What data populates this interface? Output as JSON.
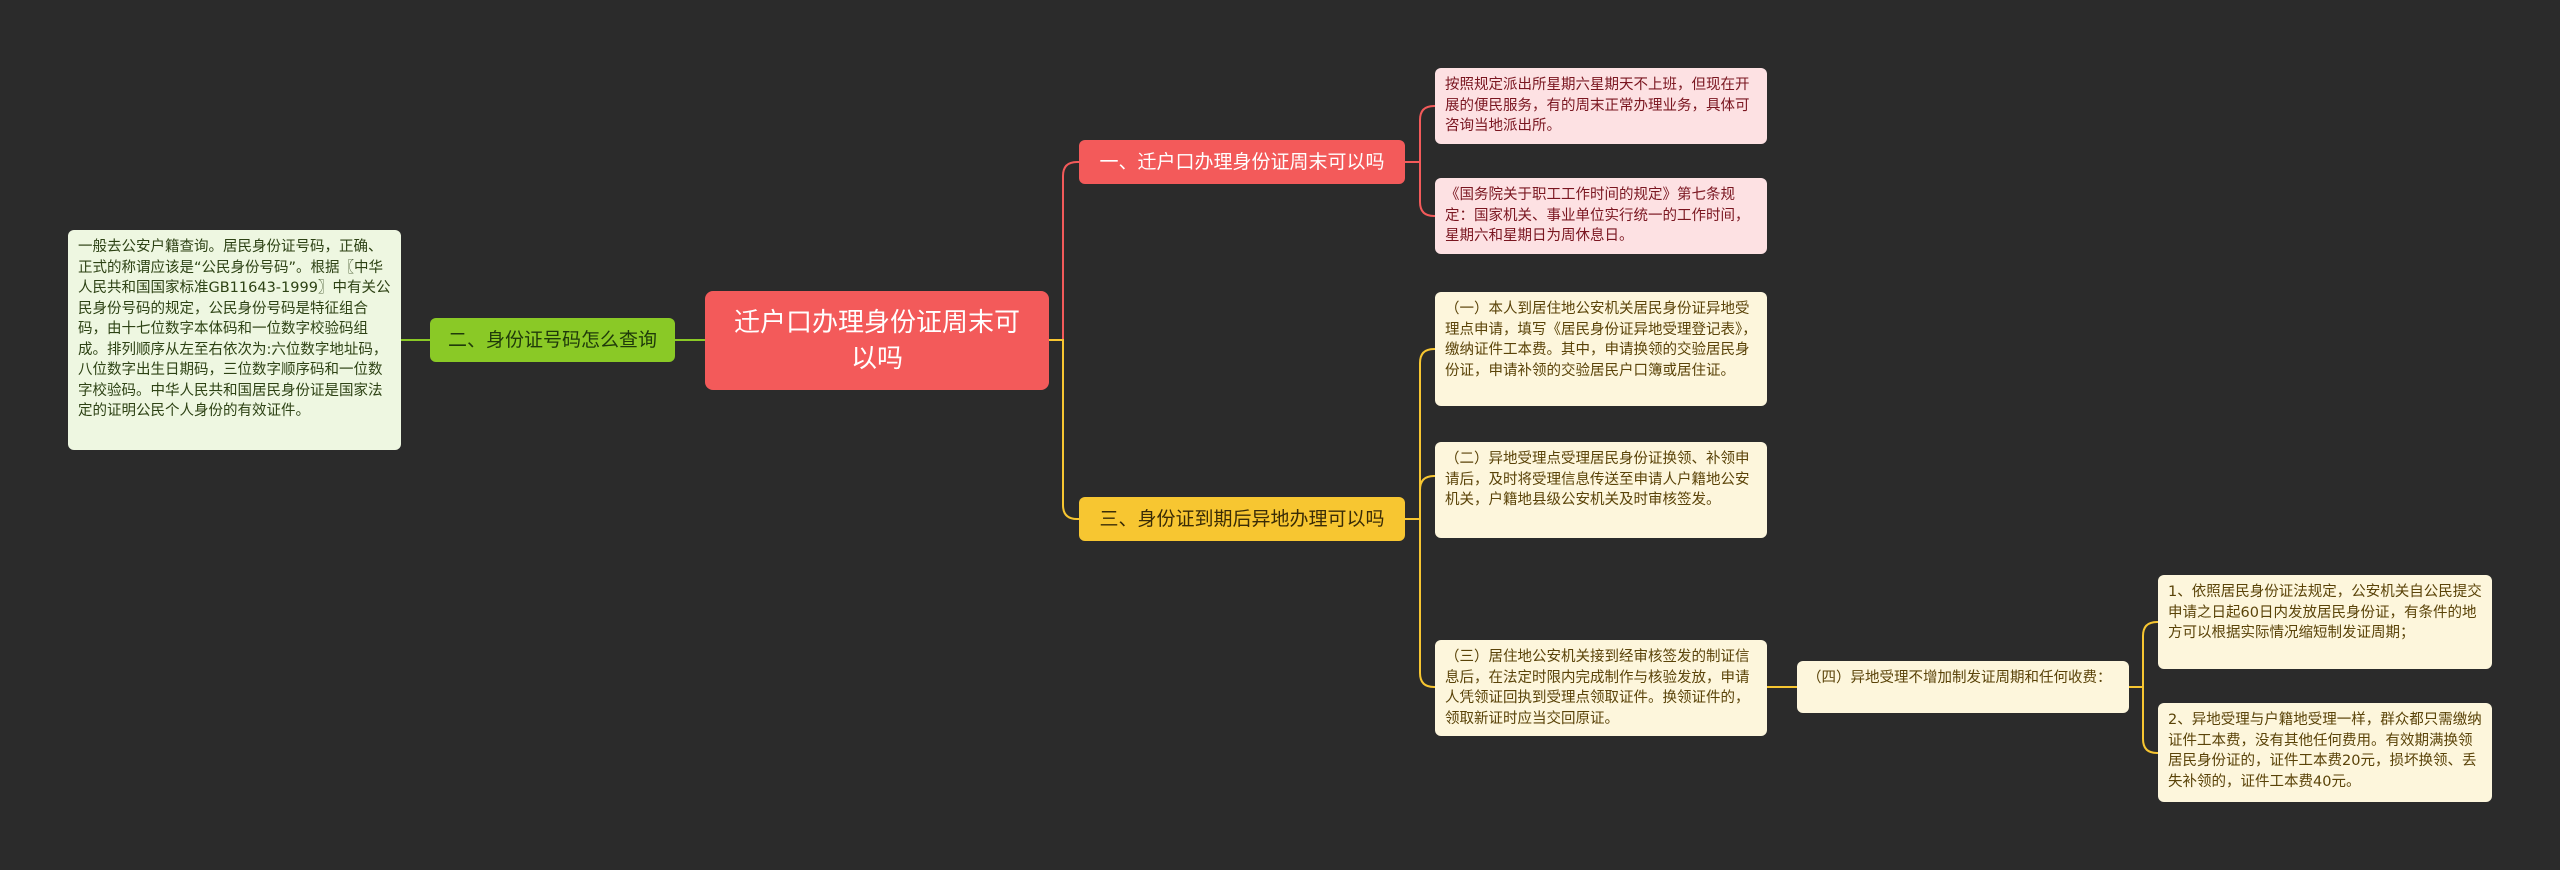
{
  "colors": {
    "background": "#2b2b2b",
    "root": "#f35a5a",
    "branch_red": "#f35a5a",
    "branch_green": "#8ac926",
    "branch_yellow": "#f7c631",
    "leaf_pink": "#fde1e3",
    "leaf_green": "#eef7e1",
    "leaf_yellow": "#fdf6dc"
  },
  "root": {
    "title": "迁户口办理身份证周末可以吗"
  },
  "branches": {
    "b1": {
      "label": "一、迁户口办理身份证周末可以吗"
    },
    "b2": {
      "label": "二、身份证号码怎么查询"
    },
    "b3": {
      "label": "三、身份证到期后异地办理可以吗"
    }
  },
  "leaves": {
    "b1_1": "按照规定派出所星期六星期天不上班，但现在开展的便民服务，有的周末正常办理业务，具体可咨询当地派出所。",
    "b1_2": "《国务院关于职工工作时间的规定》第七条规定：国家机关、事业单位实行统一的工作时间，星期六和星期日为周休息日。",
    "b2_1": "一般去公安户籍查询。居民身份证号码，正确、正式的称谓应该是“公民身份号码”。根据〖中华人民共和国国家标准GB11643-1999〗中有关公民身份号码的规定，公民身份号码是特征组合码，由十七位数字本体码和一位数字校验码组成。排列顺序从左至右依次为:六位数字地址码，八位数字出生日期码，三位数字顺序码和一位数字校验码。中华人民共和国居民身份证是国家法定的证明公民个人身份的有效证件。",
    "b3_1": "（一）本人到居住地公安机关居民身份证异地受理点申请，填写《居民身份证异地受理登记表》，缴纳证件工本费。其中，申请换领的交验居民身份证，申请补领的交验居民户口簿或居住证。",
    "b3_2": "（二）异地受理点受理居民身份证换领、补领申请后，及时将受理信息传送至申请人户籍地公安机关，户籍地县级公安机关及时审核签发。",
    "b3_3": "（三）居住地公安机关接到经审核签发的制证信息后，在法定时限内完成制作与核验发放，申请人凭领证回执到受理点领取证件。换领证件的，领取新证时应当交回原证。",
    "b3_4": "（四）异地受理不增加制发证周期和任何收费：",
    "b3_4_1": "1、依照居民身份证法规定，公安机关自公民提交申请之日起60日内发放居民身份证，有条件的地方可以根据实际情况缩短制发证周期；",
    "b3_4_2": "2、异地受理与户籍地受理一样，群众都只需缴纳证件工本费，没有其他任何费用。有效期满换领居民身份证的，证件工本费20元，损坏换领、丢失补领的，证件工本费40元。"
  }
}
